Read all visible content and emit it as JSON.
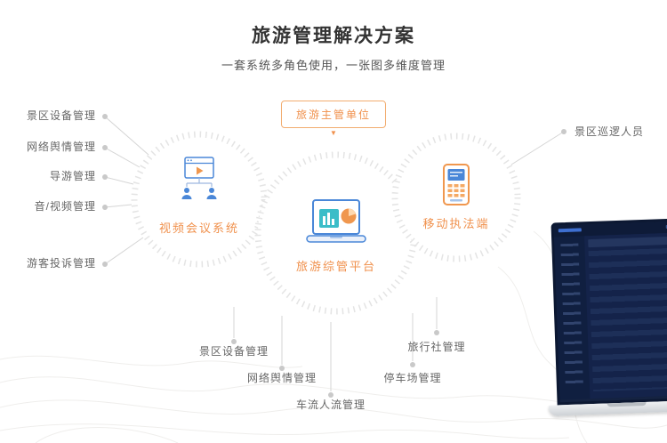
{
  "header": {
    "title": "旅游管理解决方案",
    "subtitle": "一套系统多角色使用，一张图多维度管理"
  },
  "top_badge": {
    "label": "旅游主管单位"
  },
  "nodes": {
    "video": {
      "label": "视频会议系统"
    },
    "platform": {
      "label": "旅游综管平台"
    },
    "mobile": {
      "label": "移动执法端"
    }
  },
  "left_items": [
    "景区设备管理",
    "网络舆情管理",
    "导游管理",
    "音/视频管理",
    "游客投诉管理"
  ],
  "right_items": [
    "景区巡逻人员"
  ],
  "bottom_items": [
    "景区设备管理",
    "网络舆情管理",
    "车流人流管理",
    "停车场管理",
    "旅行社管理"
  ],
  "colors": {
    "accent_orange": "#f0914d",
    "icon_blue": "#4a87d8",
    "icon_teal": "#3bbdc8",
    "connector_gray": "#d5d5d5",
    "label_gray": "#666666",
    "title_dark": "#333333"
  }
}
